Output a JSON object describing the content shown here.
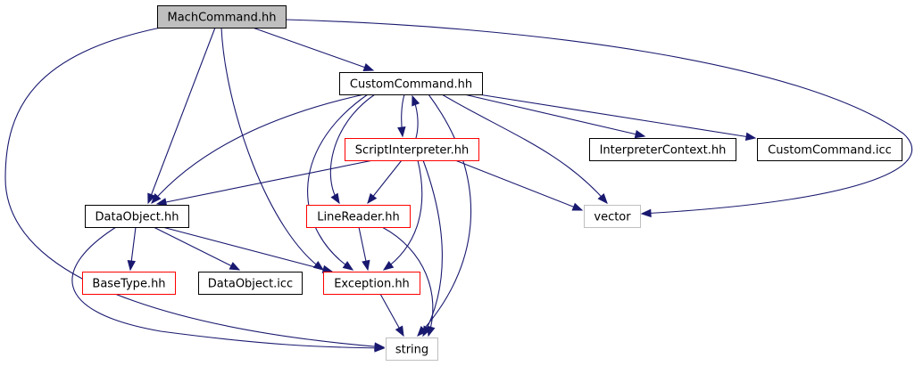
{
  "diagram": {
    "colors": {
      "edge": "#191970",
      "border_default": "#000000",
      "border_expandable": "#ff0000",
      "border_external": "#bfbfbf",
      "fill_default": "#ffffff",
      "fill_root": "#bfbfbf",
      "text": "#000000"
    },
    "nodes": [
      {
        "id": "mach_command",
        "label": "MachCommand.hh",
        "kind": "root"
      },
      {
        "id": "custom_command",
        "label": "CustomCommand.hh",
        "kind": "default"
      },
      {
        "id": "script_interpreter",
        "label": "ScriptInterpreter.hh",
        "kind": "expandable"
      },
      {
        "id": "interpreter_context",
        "label": "InterpreterContext.hh",
        "kind": "default"
      },
      {
        "id": "custom_command_icc",
        "label": "CustomCommand.icc",
        "kind": "default"
      },
      {
        "id": "data_object",
        "label": "DataObject.hh",
        "kind": "default"
      },
      {
        "id": "line_reader",
        "label": "LineReader.hh",
        "kind": "expandable"
      },
      {
        "id": "vector",
        "label": "vector",
        "kind": "external"
      },
      {
        "id": "base_type",
        "label": "BaseType.hh",
        "kind": "expandable"
      },
      {
        "id": "data_object_icc",
        "label": "DataObject.icc",
        "kind": "default"
      },
      {
        "id": "exception",
        "label": "Exception.hh",
        "kind": "expandable"
      },
      {
        "id": "string",
        "label": "string",
        "kind": "external"
      }
    ],
    "edges": [
      {
        "from": "mach_command",
        "to": "custom_command"
      },
      {
        "from": "mach_command",
        "to": "data_object"
      },
      {
        "from": "mach_command",
        "to": "exception"
      },
      {
        "from": "mach_command",
        "to": "string"
      },
      {
        "from": "mach_command",
        "to": "vector"
      },
      {
        "from": "custom_command",
        "to": "script_interpreter"
      },
      {
        "from": "custom_command",
        "to": "interpreter_context"
      },
      {
        "from": "custom_command",
        "to": "custom_command_icc"
      },
      {
        "from": "custom_command",
        "to": "data_object"
      },
      {
        "from": "custom_command",
        "to": "line_reader"
      },
      {
        "from": "custom_command",
        "to": "exception"
      },
      {
        "from": "custom_command",
        "to": "vector"
      },
      {
        "from": "custom_command",
        "to": "string"
      },
      {
        "from": "script_interpreter",
        "to": "custom_command"
      },
      {
        "from": "script_interpreter",
        "to": "data_object"
      },
      {
        "from": "script_interpreter",
        "to": "line_reader"
      },
      {
        "from": "script_interpreter",
        "to": "vector"
      },
      {
        "from": "script_interpreter",
        "to": "exception"
      },
      {
        "from": "script_interpreter",
        "to": "string"
      },
      {
        "from": "data_object",
        "to": "base_type"
      },
      {
        "from": "data_object",
        "to": "data_object_icc"
      },
      {
        "from": "data_object",
        "to": "exception"
      },
      {
        "from": "data_object",
        "to": "string"
      },
      {
        "from": "line_reader",
        "to": "exception"
      },
      {
        "from": "line_reader",
        "to": "string"
      },
      {
        "from": "exception",
        "to": "string"
      }
    ]
  }
}
